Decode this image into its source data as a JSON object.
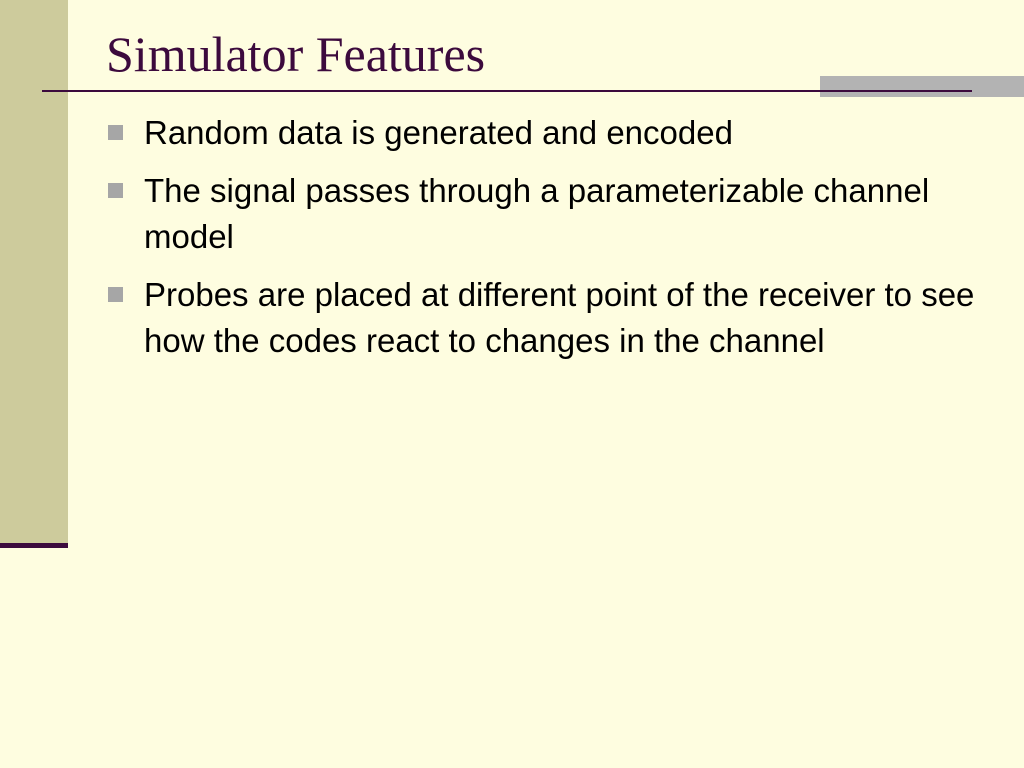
{
  "slide": {
    "title": "Simulator Features",
    "bullets": [
      {
        "text": "Random data is generated and encoded"
      },
      {
        "text": "The signal passes through a parameterizable channel model"
      },
      {
        "text": "Probes are placed at different point of the receiver to see how the codes react to changes in the channel"
      }
    ]
  },
  "colors": {
    "background": "#FEFDE0",
    "left_band": "#CDCB9C",
    "accent": "#3C0A3D",
    "gray_bar": "#B3B3B3",
    "bullet_marker": "#A6A6A6",
    "text": "#000000"
  }
}
